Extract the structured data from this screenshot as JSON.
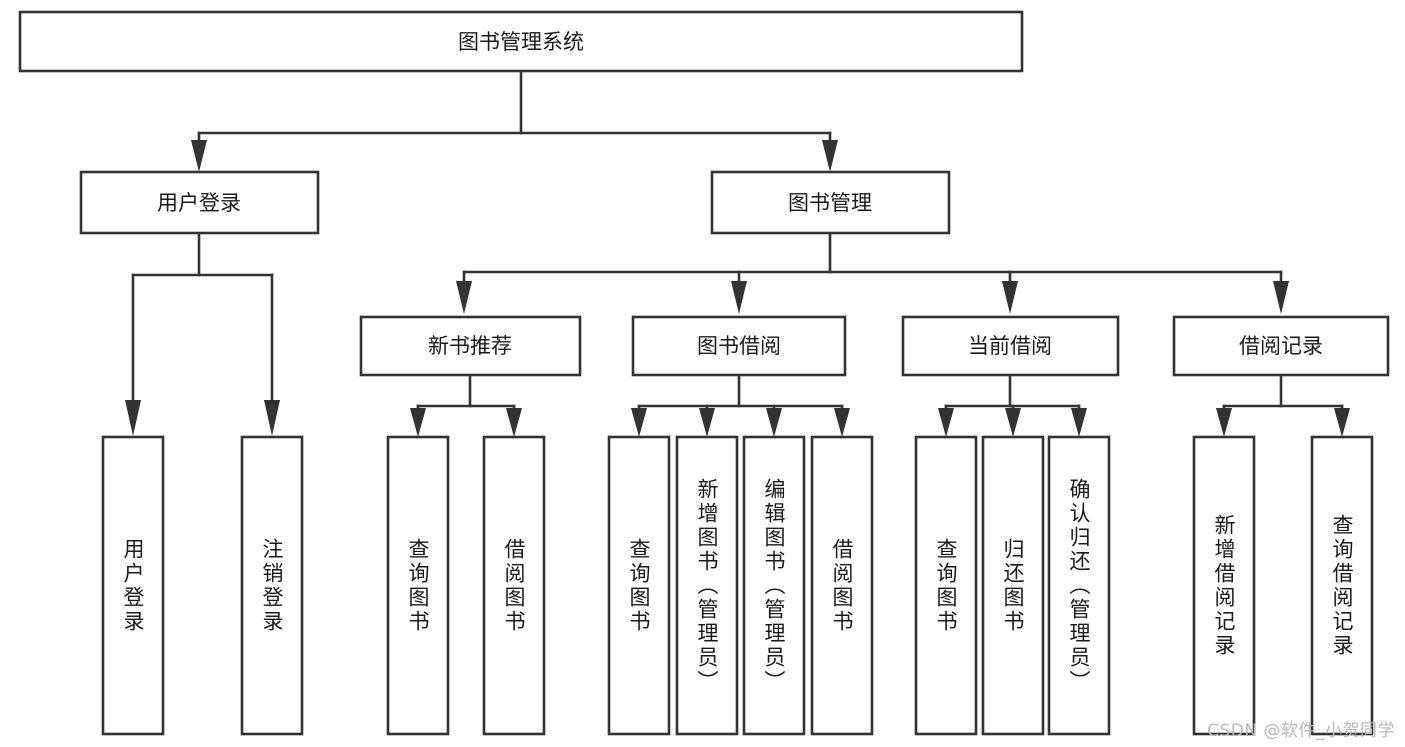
{
  "diagram": {
    "type": "tree-hierarchy",
    "title": "图书管理系统",
    "orientation": "top-down",
    "colors": {
      "stroke": "#333333",
      "fill": "#ffffff",
      "text": "#1b1b1b",
      "watermark": "#b9b9b9"
    },
    "levels": {
      "root": {
        "label": "图书管理系统"
      },
      "level1": [
        {
          "id": "user-login",
          "label": "用户登录"
        },
        {
          "id": "book-management",
          "label": "图书管理"
        }
      ],
      "level2": [
        {
          "id": "new-book-recommend",
          "label": "新书推荐",
          "parent": "book-management"
        },
        {
          "id": "book-borrow",
          "label": "图书借阅",
          "parent": "book-management"
        },
        {
          "id": "current-borrow",
          "label": "当前借阅",
          "parent": "book-management"
        },
        {
          "id": "borrow-record",
          "label": "借阅记录",
          "parent": "book-management"
        }
      ],
      "leaves": [
        {
          "id": "leaf-user-login",
          "label": "用户登录",
          "parent": "user-login"
        },
        {
          "id": "leaf-logout-login",
          "label": "注销登录",
          "parent": "user-login"
        },
        {
          "id": "leaf-query-book-1",
          "label": "查询图书",
          "parent": "new-book-recommend"
        },
        {
          "id": "leaf-borrow-book-1",
          "label": "借阅图书",
          "parent": "new-book-recommend"
        },
        {
          "id": "leaf-query-book-2",
          "label": "查询图书",
          "parent": "book-borrow"
        },
        {
          "id": "leaf-add-book",
          "label": "新增图书（管理员）",
          "parent": "book-borrow"
        },
        {
          "id": "leaf-edit-book",
          "label": "编辑图书（管理员）",
          "parent": "book-borrow"
        },
        {
          "id": "leaf-borrow-book-2",
          "label": "借阅图书",
          "parent": "book-borrow"
        },
        {
          "id": "leaf-query-book-3",
          "label": "查询图书",
          "parent": "current-borrow"
        },
        {
          "id": "leaf-return-book",
          "label": "归还图书",
          "parent": "current-borrow"
        },
        {
          "id": "leaf-confirm-return",
          "label": "确认归还（管理员）",
          "parent": "current-borrow"
        },
        {
          "id": "leaf-add-record",
          "label": "新增借阅记录",
          "parent": "borrow-record"
        },
        {
          "id": "leaf-query-record",
          "label": "查询借阅记录",
          "parent": "borrow-record"
        }
      ]
    }
  },
  "watermark": {
    "text": "CSDN @软件_小贺同学"
  }
}
